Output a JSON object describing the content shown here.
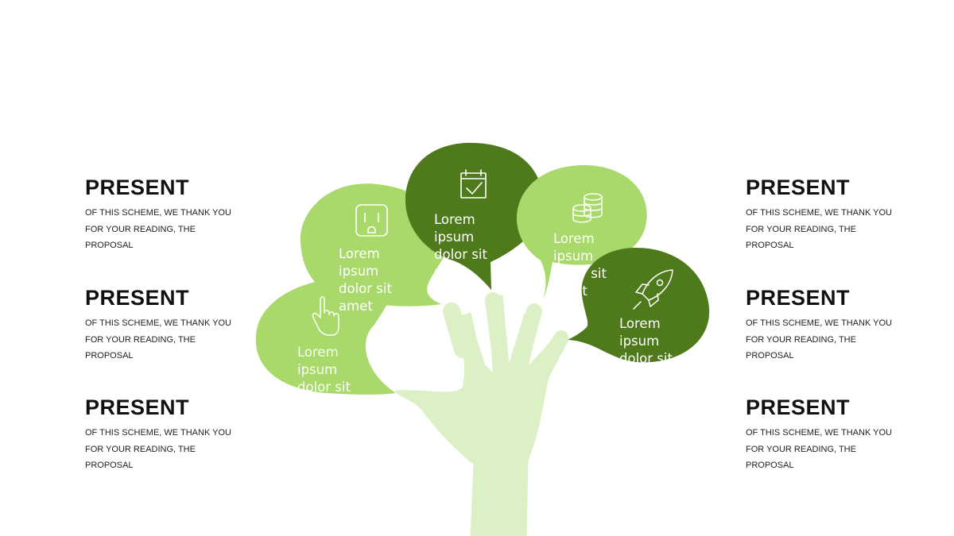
{
  "left_items": [
    {
      "title": "PRESENT",
      "desc": "OF THIS SCHEME, WE THANK YOU FOR YOUR READING, THE PROPOSAL"
    },
    {
      "title": "PRESENT",
      "desc": "OF THIS SCHEME, WE THANK YOU FOR YOUR READING, THE PROPOSAL"
    },
    {
      "title": "PRESENT",
      "desc": "OF THIS SCHEME, WE THANK YOU FOR YOUR READING, THE PROPOSAL"
    }
  ],
  "right_items": [
    {
      "title": "PRESENT",
      "desc": "OF THIS SCHEME, WE THANK YOU FOR YOUR READING, THE PROPOSAL"
    },
    {
      "title": "PRESENT",
      "desc": "OF THIS SCHEME, WE THANK YOU FOR YOUR READING, THE PROPOSAL"
    },
    {
      "title": "PRESENT",
      "desc": "OF THIS SCHEME, WE THANK YOU FOR YOUR READING, THE PROPOSAL"
    }
  ],
  "bubbles": [
    {
      "text": "Lorem ipsum dolor sit amet",
      "icon": "pointing-hand-icon",
      "color": "#a9d96a"
    },
    {
      "text": "Lorem ipsum dolor sit amet",
      "icon": "power-outlet-icon",
      "color": "#a9d96a"
    },
    {
      "text": "Lorem ipsum dolor sit amet",
      "icon": "calendar-check-icon",
      "color": "#4f7a1c"
    },
    {
      "text": "Lorem ipsum dolor sit amet",
      "icon": "coins-icon",
      "color": "#a9d96a"
    },
    {
      "text": "Lorem ipsum dolor sit amet",
      "icon": "rocket-icon",
      "color": "#4f7a1c"
    }
  ],
  "colors": {
    "light_green": "#a9d96a",
    "dark_green": "#4f7a1c",
    "hand": "#dcf0c5",
    "title": "#111111"
  }
}
